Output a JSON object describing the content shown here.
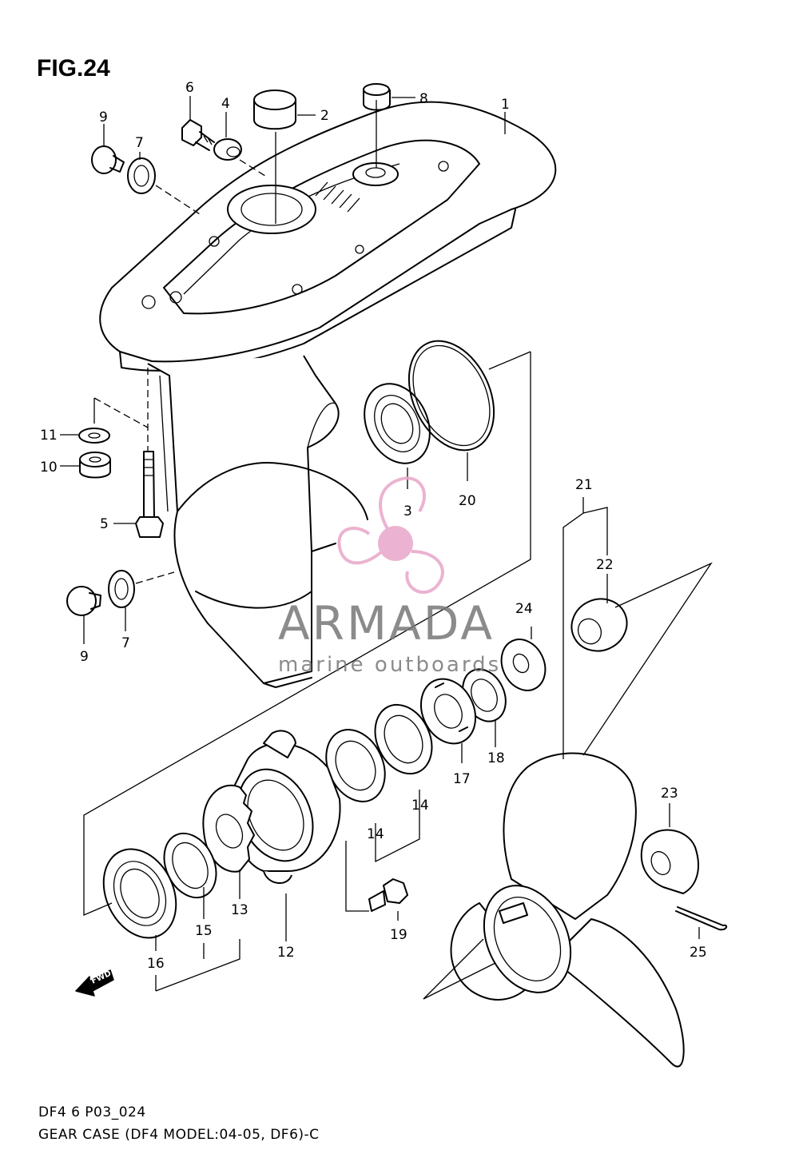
{
  "figure": {
    "title": "FIG.24"
  },
  "footer": {
    "code": "DF4 6 P03_024",
    "caption": "GEAR CASE (DF4 MODEL:04-05, DF6)-C"
  },
  "watermark": {
    "brand": "ARMADA",
    "tagline": "marine outboards",
    "logo_color": "#e8a6c9"
  },
  "direction_arrow": {
    "label": "FWD"
  },
  "callouts": {
    "c1": "1",
    "c2": "2",
    "c3": "3",
    "c4": "4",
    "c5": "5",
    "c6": "6",
    "c7a": "7",
    "c7b": "7",
    "c8": "8",
    "c9a": "9",
    "c9b": "9",
    "c10": "10",
    "c11": "11",
    "c12": "12",
    "c13": "13",
    "c14a": "14",
    "c14b": "14",
    "c15": "15",
    "c16": "16",
    "c17": "17",
    "c18": "18",
    "c19": "19",
    "c20": "20",
    "c21": "21",
    "c22": "22",
    "c23": "23",
    "c24": "24",
    "c25": "25"
  }
}
